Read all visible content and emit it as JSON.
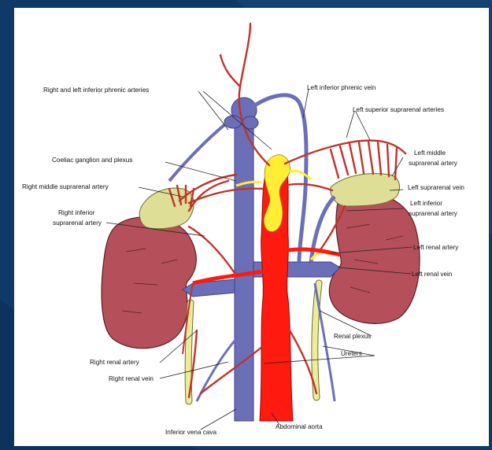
{
  "labels": {
    "right_left_inferior_phrenic_arteries": "Right and left inferior phrenic arteries",
    "left_inferior_phrenic_vein": "Left inferior phrenic vein",
    "left_superior_suprarenal_arteries": "Left superior suprarenal arteries",
    "coeliac_ganglion_plexus": "Coeliac ganglion and plexus",
    "left_middle_suprarenal_artery_1": "Left middle",
    "left_middle_suprarenal_artery_2": "suprarenal artery",
    "right_middle_suprarenal_artery": "Right middle suprarenal artery",
    "left_suprarenal_vein": "Left suprarenal vein",
    "right_inferior_suprarenal_artery_1": "Right inferior",
    "right_inferior_suprarenal_artery_2": "suprarenal artery",
    "left_inferior_suprarenal_artery_1": "Left inferior",
    "left_inferior_suprarenal_artery_2": "suprarenal artery",
    "left_renal_artery": "Left renal artery",
    "left_renal_vein": "Left renal vein",
    "renal_plexus": "Renal plexus",
    "ureters": "Ureters",
    "right_renal_artery": "Right renal artery",
    "right_renal_vein": "Right renal vein",
    "inferior_vena_cava": "Inferior vena cava",
    "abdominal_aorta": "Abdominal aorta"
  },
  "colors": {
    "background": "#0f3a66",
    "kidney": "#b5505a",
    "adrenal": "#dede96",
    "vein": "#6b6fb8",
    "artery_main": "#ff1a10",
    "artery_small": "#c0332a",
    "plexus": "#ffee33",
    "ureter": "#ecec9a"
  }
}
